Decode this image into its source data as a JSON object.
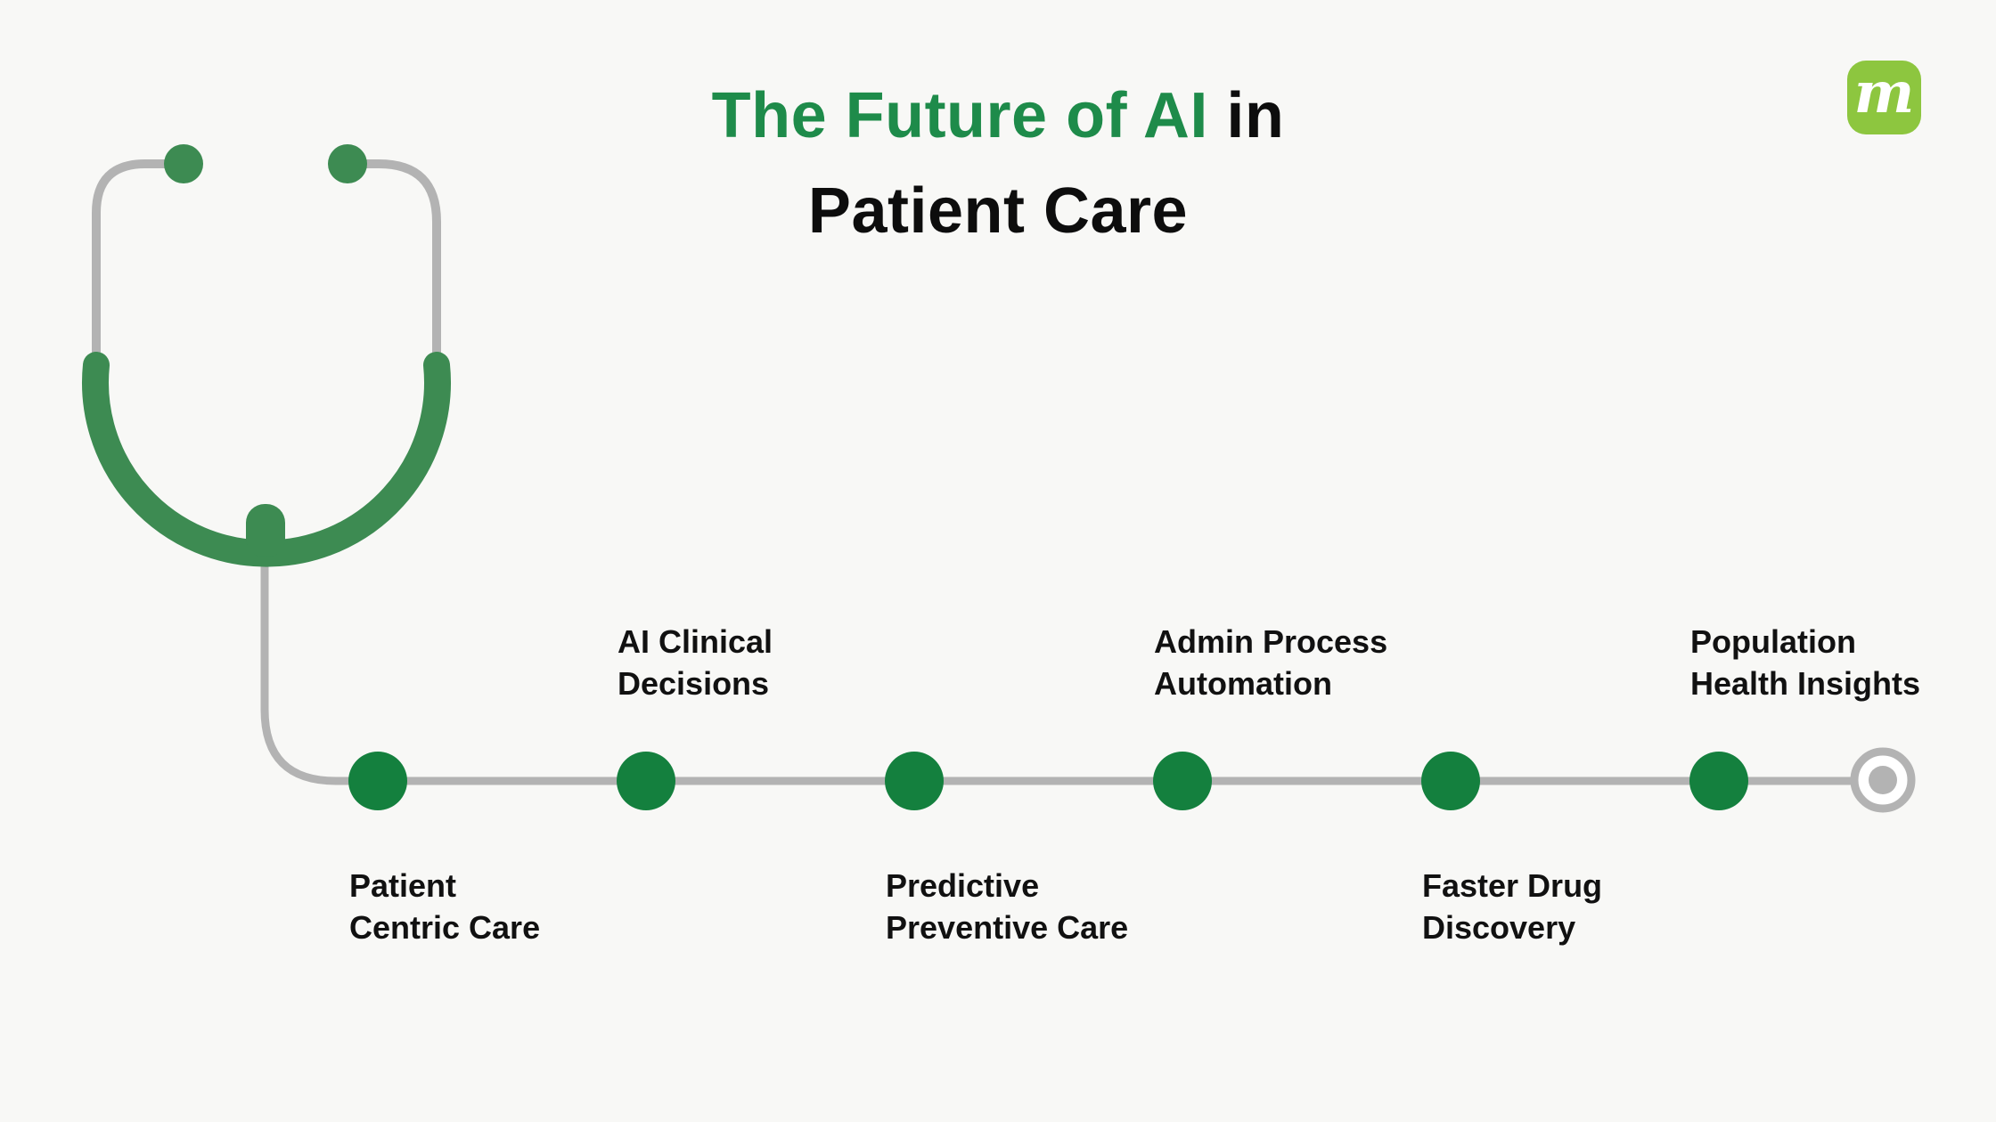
{
  "title": {
    "highlight": "The Future of AI",
    "rest_line1": " in",
    "line2": "Patient Care"
  },
  "logo": {
    "letter": "m"
  },
  "milestones": [
    {
      "line1": "Patient",
      "line2": "Centric Care",
      "position": "below"
    },
    {
      "line1": "AI Clinical",
      "line2": "Decisions",
      "position": "above"
    },
    {
      "line1": "Predictive",
      "line2": "Preventive Care",
      "position": "below"
    },
    {
      "line1": "Admin Process",
      "line2": "Automation",
      "position": "above"
    },
    {
      "line1": "Faster Drug",
      "line2": "Discovery",
      "position": "below"
    },
    {
      "line1": "Population",
      "line2": "Health Insights",
      "position": "above"
    }
  ],
  "colors": {
    "background": "#f8f8f6",
    "title_green": "#1e8b4a",
    "ink": "#0d0d0d",
    "dot_green": "#14803e",
    "stethoscope_green": "#3d8b52",
    "line_gray": "#b3b3b3",
    "logo_green": "#8dc63f",
    "label_color": "#111111"
  }
}
